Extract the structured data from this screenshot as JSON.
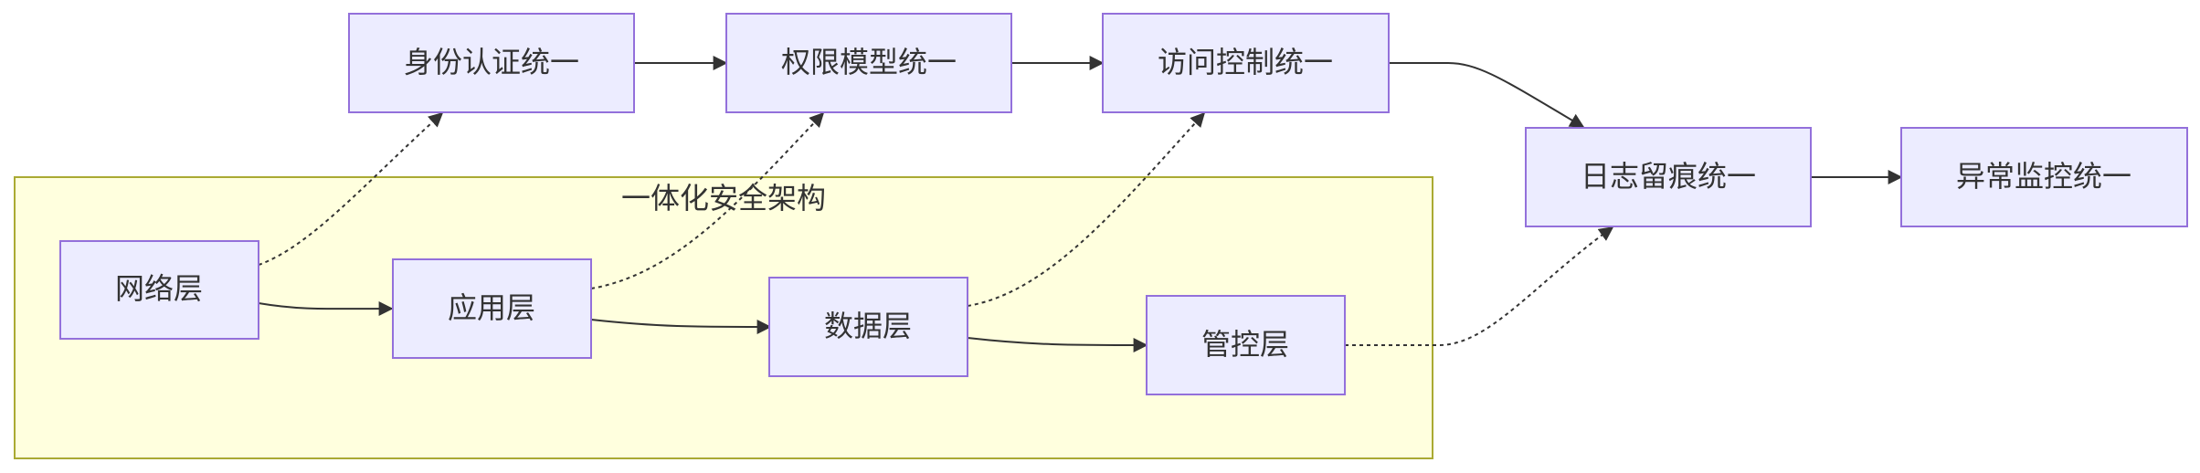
{
  "cluster": {
    "title": "一体化安全架构"
  },
  "nodes": {
    "identity": "身份认证统一",
    "permission": "权限模型统一",
    "access": "访问控制统一",
    "log": "日志留痕统一",
    "anomaly": "异常监控统一",
    "network": "网络层",
    "application": "应用层",
    "data": "数据层",
    "control": "管控层"
  },
  "colors": {
    "node_fill": "#ececff",
    "node_border": "#9370db",
    "cluster_fill": "#ffffde",
    "cluster_border": "#aaaa33",
    "edge": "#333333",
    "text": "#333333"
  }
}
